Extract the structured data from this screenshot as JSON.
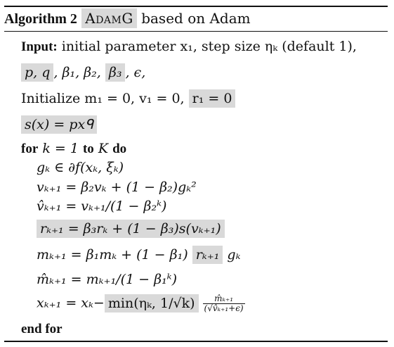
{
  "algorithm": {
    "label": "Algorithm 2",
    "name": "AdamG",
    "suffix": "based on Adam"
  },
  "input": {
    "keyword": "Input:",
    "line1": "initial parameter x₁, step size ηₖ (default 1),",
    "hl_pq": "p, q",
    "betas": ", β₁, β₂,",
    "hl_beta3": "β₃",
    "eps": ", ϵ,"
  },
  "init": {
    "text": "Initialize m₁ = 0, v₁ = 0,",
    "hl_r": "r₁ = 0",
    "hl_s": "s(x) = pxᑫ"
  },
  "loop": {
    "for_kw": "for",
    "range_a": "k = 1",
    "to_kw": "to",
    "range_b": "K",
    "do_kw": "do",
    "g": "gₖ ∈ ∂f(xₖ, ξₖ)",
    "v": "vₖ₊₁ = β₂vₖ + (1 − β₂)gₖ²",
    "vhat": "v̂ₖ₊₁ = vₖ₊₁/(1 − β₂ᵏ)",
    "r": "rₖ₊₁ = β₃rₖ + (1 − β₃)s(vₖ₊₁)",
    "m_pre": "mₖ₊₁ = β₁mₖ + (1 − β₁)",
    "m_hl": "rₖ₊₁",
    "m_post": "gₖ",
    "mhat": "m̂ₖ₊₁ = mₖ₊₁/(1 − β₁ᵏ)",
    "x_pre": "xₖ₊₁ = xₖ−",
    "x_hl": "min(ηₖ, 1/√k)",
    "x_num": "m̂ₖ₊₁",
    "x_den": "(√v̂ₖ₊₁+ϵ)",
    "end_kw": "end for"
  }
}
